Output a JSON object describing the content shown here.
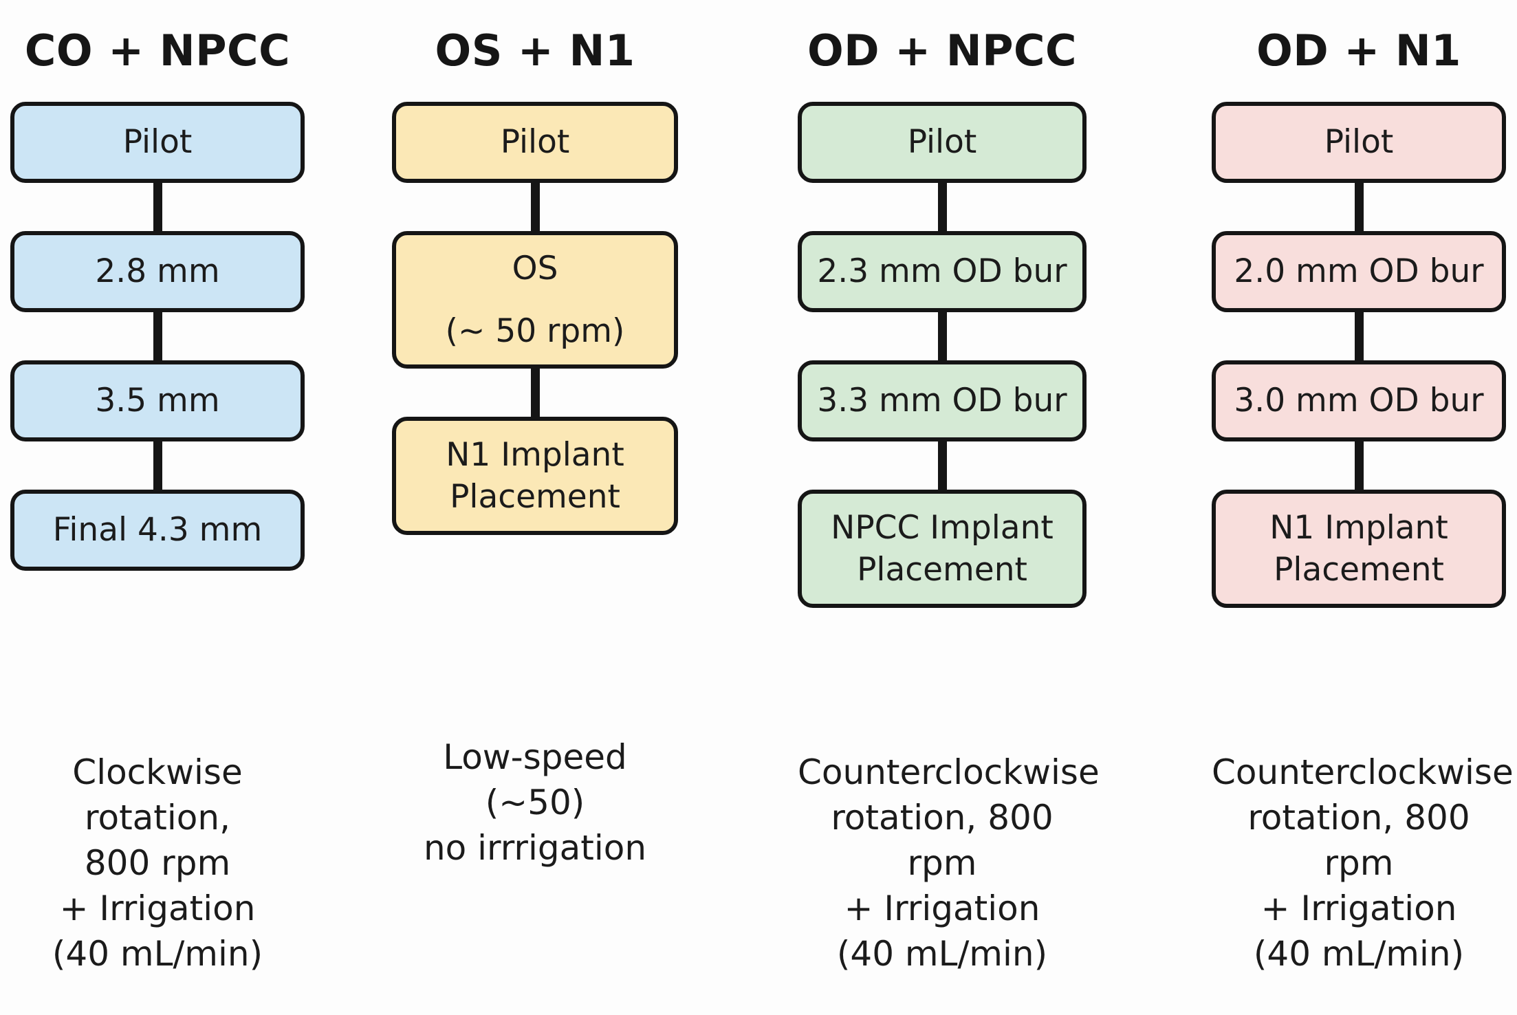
{
  "figure": {
    "type": "flowchart-comparison",
    "background_color": "#fdfdfd",
    "border_color": "#151515",
    "text_color": "#1b1b1b"
  },
  "columns": [
    {
      "id": "co-npcc",
      "header": "CO + NPCC",
      "fill_color": "#cce5f5",
      "nodes": [
        {
          "line1": "Pilot",
          "line2": ""
        },
        {
          "line1": "2.8 mm",
          "line2": ""
        },
        {
          "line1": "3.5 mm",
          "line2": ""
        },
        {
          "line1": "Final 4.3 mm",
          "line2": ""
        }
      ],
      "footer": "Clockwise rotation,\n800 rpm\n+ Irrigation\n(40 mL/min)"
    },
    {
      "id": "os-n1",
      "header": "OS + N1",
      "fill_color": "#fbe8b6",
      "nodes": [
        {
          "line1": "Pilot",
          "line2": ""
        },
        {
          "line1": "OS",
          "line2": "(~ 50 rpm)"
        },
        {
          "line1": "N1 Implant",
          "line2": "Placement"
        }
      ],
      "footer": "Low-speed (~50)\nno  irrrigation"
    },
    {
      "id": "od-npcc",
      "header": "OD + NPCC",
      "fill_color": "#d5ead5",
      "nodes": [
        {
          "line1": "Pilot",
          "line2": ""
        },
        {
          "line1": "2.3 mm OD bur",
          "line2": ""
        },
        {
          "line1": "3.3 mm OD bur",
          "line2": ""
        },
        {
          "line1": "NPCC Implant",
          "line2": "Placement"
        }
      ],
      "footer": "Counterclockwise\nrotation, 800 rpm\n+ Irrigation\n(40 mL/min)"
    },
    {
      "id": "od-n1",
      "header": "OD + N1",
      "fill_color": "#f8dedc",
      "nodes": [
        {
          "line1": "Pilot",
          "line2": ""
        },
        {
          "line1": "2.0 mm OD bur",
          "line2": ""
        },
        {
          "line1": "3.0 mm OD bur",
          "line2": ""
        },
        {
          "line1": "N1 Implant",
          "line2": "Placement"
        }
      ],
      "footer": "Counterclockwise\nrotation, 800 rpm\n+ Irrigation\n(40 mL/min)"
    }
  ]
}
